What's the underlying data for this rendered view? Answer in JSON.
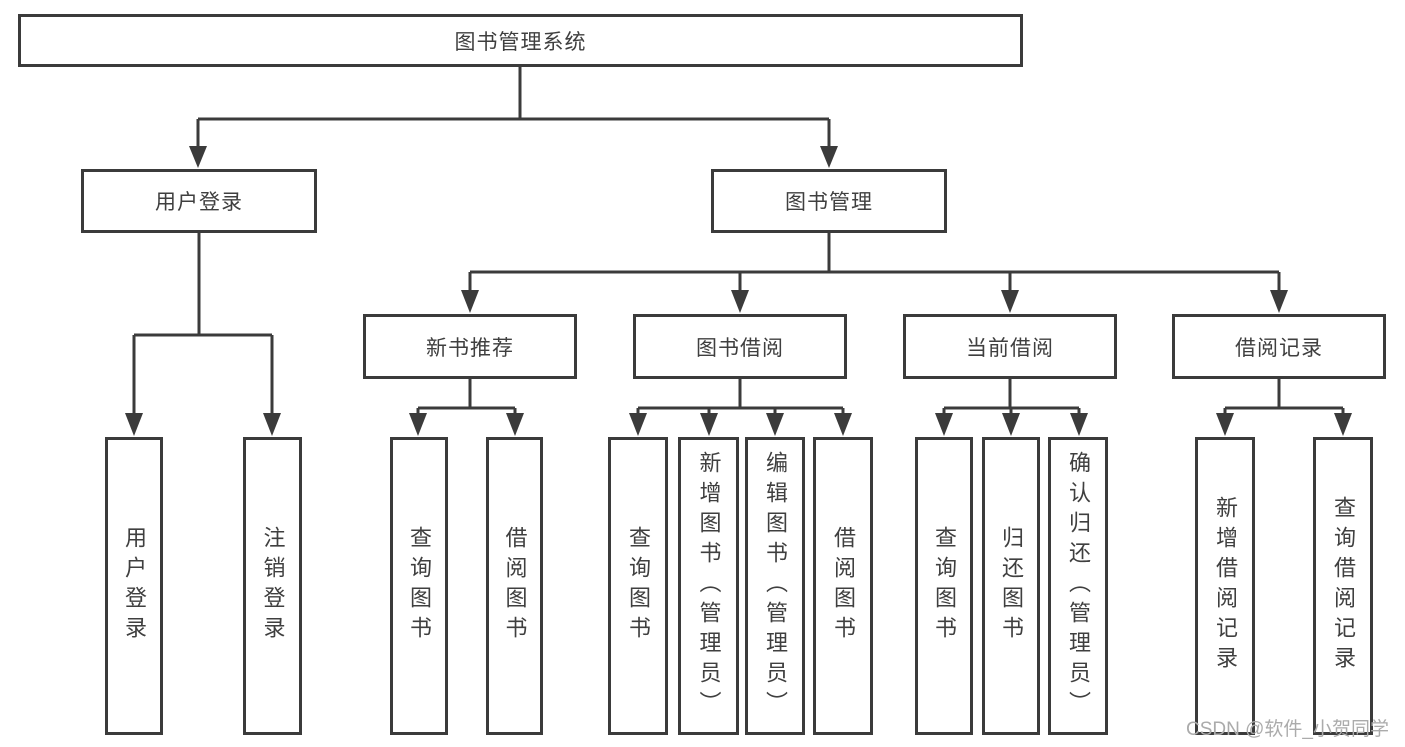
{
  "diagram": {
    "title": "图书管理系统",
    "branches": [
      {
        "label": "用户登录",
        "children": [
          {
            "label": "用户登录"
          },
          {
            "label": "注销登录"
          }
        ]
      },
      {
        "label": "图书管理",
        "children": [
          {
            "label": "新书推荐",
            "children": [
              {
                "label": "查询图书"
              },
              {
                "label": "借阅图书"
              }
            ]
          },
          {
            "label": "图书借阅",
            "children": [
              {
                "label": "查询图书"
              },
              {
                "label": "新增图书（管理员）"
              },
              {
                "label": "编辑图书（管理员）"
              },
              {
                "label": "借阅图书"
              }
            ]
          },
          {
            "label": "当前借阅",
            "children": [
              {
                "label": "查询图书"
              },
              {
                "label": "归还图书"
              },
              {
                "label": "确认归还（管理员）"
              }
            ]
          },
          {
            "label": "借阅记录",
            "children": [
              {
                "label": "新增借阅记录"
              },
              {
                "label": "查询借阅记录"
              }
            ]
          }
        ]
      }
    ]
  },
  "watermark": {
    "text": "CSDN @软件_小贺同学"
  },
  "colors": {
    "line": "#3b3b3b",
    "text": "#3f3f3f",
    "watermark": "#ababab",
    "background": "#ffffff"
  }
}
